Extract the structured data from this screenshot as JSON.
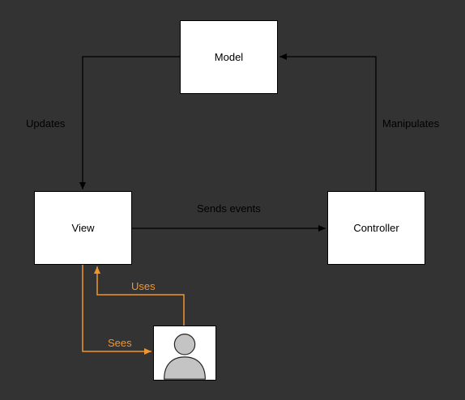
{
  "nodes": {
    "model": "Model",
    "view": "View",
    "controller": "Controller"
  },
  "edges": {
    "updates": "Updates",
    "manipulates": "Manipulates",
    "sends_events": "Sends events",
    "uses": "Uses",
    "sees": "Sees"
  },
  "colors": {
    "background": "#333333",
    "line": "#000000",
    "user_line": "#f0962d",
    "box": "#ffffff",
    "avatar": "#c4c4c4"
  },
  "icons": {
    "user": "user-avatar-icon"
  }
}
